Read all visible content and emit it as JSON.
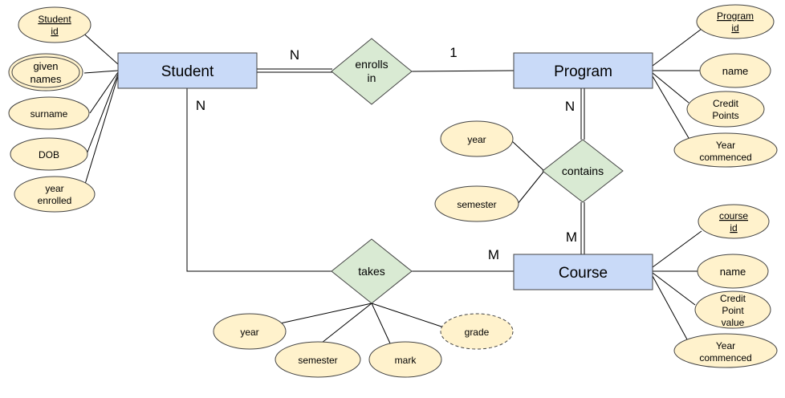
{
  "diagram": {
    "entities": {
      "student": "Student",
      "program": "Program",
      "course": "Course"
    },
    "relationships": {
      "enrolls": [
        "enrolls",
        "in"
      ],
      "contains": "contains",
      "takes": "takes"
    },
    "cardinalities": {
      "student_enrolls": "N",
      "enrolls_program": "1",
      "student_takes": "N",
      "program_contains": "N",
      "contains_course": "M",
      "takes_course": "M"
    },
    "student_attributes": {
      "student_id": [
        "Student",
        "id"
      ],
      "given_names": [
        "given",
        "names"
      ],
      "surname": "surname",
      "dob": "DOB",
      "year_enrolled": [
        "year",
        "enrolled"
      ]
    },
    "program_attributes": {
      "program_id": [
        "Program",
        "id"
      ],
      "name": "name",
      "credit_points": [
        "Credit",
        "Points"
      ],
      "year_commenced": [
        "Year",
        "commenced"
      ]
    },
    "course_attributes": {
      "course_id": [
        "course",
        "id"
      ],
      "name": "name",
      "credit_point_value": [
        "Credit",
        "Point",
        "value"
      ],
      "year_commenced": [
        "Year",
        "commenced"
      ]
    },
    "contains_attributes": {
      "year": "year",
      "semester": "semester"
    },
    "takes_attributes": {
      "year": "year",
      "semester": "semester",
      "mark": "mark",
      "grade": "grade"
    }
  }
}
